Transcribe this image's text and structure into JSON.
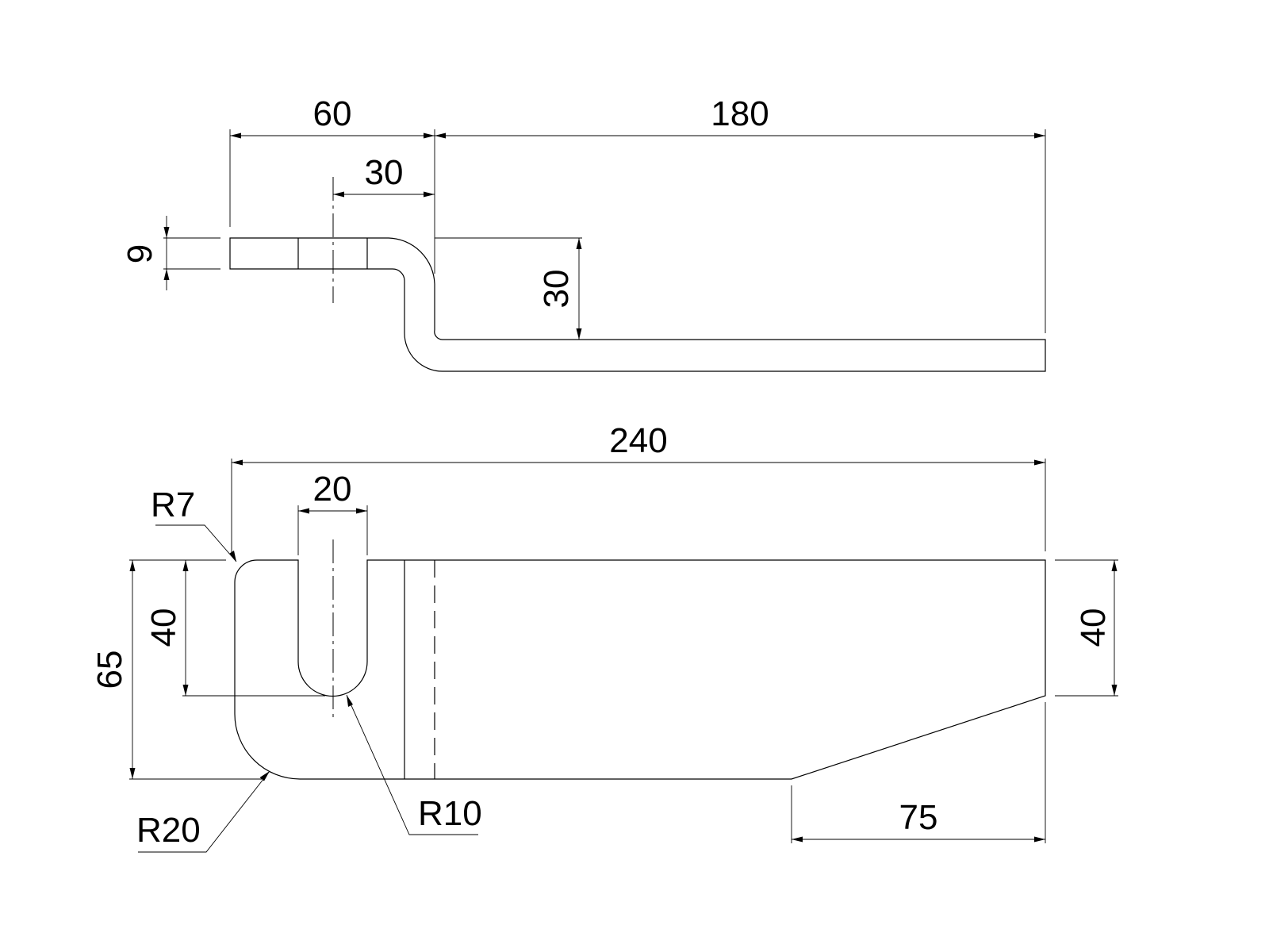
{
  "drawing": {
    "side_view": {
      "dim_left_length": "60",
      "dim_right_length": "180",
      "dim_slot_center": "30",
      "dim_thickness": "9",
      "dim_offset_height": "30"
    },
    "top_view": {
      "dim_total_length": "240",
      "dim_slot_width": "20",
      "dim_slot_depth": "40",
      "dim_total_height": "65",
      "dim_end_height": "40",
      "dim_chamfer_length": "75",
      "radius_corner_top": "R7",
      "radius_corner_bottom": "R20",
      "radius_slot": "R10"
    }
  }
}
